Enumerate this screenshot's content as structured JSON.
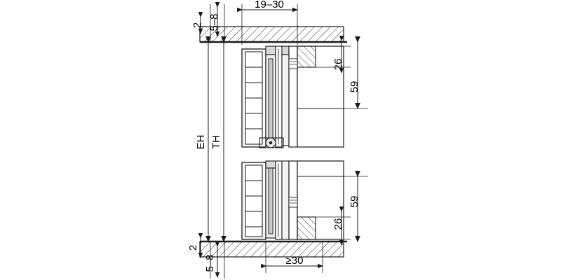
{
  "diagram": {
    "title": "Sliding door fitting cross-section installation drawing",
    "type": "technical-cross-section",
    "colors": {
      "line": "#1a1a1a",
      "hatch": "#1a1a1a",
      "fill_light": "#f2f2f2",
      "fill_mid": "#d9d9d9",
      "background": "#ffffff"
    },
    "dimensions": {
      "top_depth": "19–30",
      "top_gap": "5–8",
      "top_small": "2",
      "right_upper_small": "26",
      "right_upper_large": "59",
      "right_lower_large": "59",
      "right_lower_small": "26",
      "left_upper": "EH",
      "left_inner": "TH",
      "bottom_small": "2",
      "bottom_gap": "5–8",
      "bottom_depth": "≥30"
    }
  }
}
